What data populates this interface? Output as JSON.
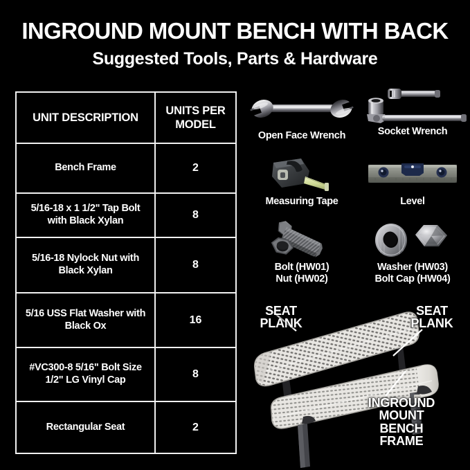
{
  "header": {
    "title": "INGROUND MOUNT BENCH WITH BACK",
    "subtitle": "Suggested Tools, Parts & Hardware"
  },
  "table": {
    "columns": [
      "UNIT DESCRIPTION",
      "UNITS PER MODEL"
    ],
    "rows": [
      {
        "description": "Bench Frame",
        "units": "2"
      },
      {
        "description": "5/16-18 x 1 1/2\" Tap Bolt with Black Xylan",
        "units": "8"
      },
      {
        "description": "5/16-18 Nylock Nut with Black Xylan",
        "units": "8"
      },
      {
        "description": "5/16 USS Flat Washer with Black Ox",
        "units": "16"
      },
      {
        "description": "#VC300-8 5/16\" Bolt Size 1/2\" LG Vinyl Cap",
        "units": "8"
      },
      {
        "description": "Rectangular Seat",
        "units": "2"
      }
    ]
  },
  "tools": [
    {
      "icon": "open-face-wrench-icon",
      "label": "Open Face Wrench"
    },
    {
      "icon": "socket-wrench-icon",
      "label": "Socket Wrench"
    },
    {
      "icon": "measuring-tape-icon",
      "label": "Measuring Tape"
    },
    {
      "icon": "level-icon",
      "label": "Level"
    },
    {
      "icon": "bolt-nut-icon",
      "label": "Bolt (HW01)\nNut (HW02)"
    },
    {
      "icon": "washer-bolt-cap-icon",
      "label": "Washer (HW03)\nBolt Cap (HW04)"
    }
  ],
  "tool_labels": {
    "bolt_line1": "Bolt (HW01)",
    "bolt_line2": "Nut (HW02)",
    "washer_line1": "Washer (HW03)",
    "washer_line2": "Bolt Cap (HW04)"
  },
  "diagram": {
    "callout_seat_left": "SEAT\nPLANK",
    "callout_seat_right": "SEAT\nPLANK",
    "callout_frame": "INGROUND\nMOUNT\nBENCH\nFRAME",
    "callout_seat_left_l1": "SEAT",
    "callout_seat_left_l2": "PLANK",
    "callout_seat_right_l1": "SEAT",
    "callout_seat_right_l2": "PLANK",
    "callout_frame_l1": "INGROUND",
    "callout_frame_l2": "MOUNT",
    "callout_frame_l3": "BENCH",
    "callout_frame_l4": "FRAME"
  },
  "colors": {
    "background": "#000000",
    "text": "#ffffff",
    "border": "#f2f2f2",
    "metal_light": "#d8d8d8",
    "metal_mid": "#8e8e90",
    "metal_dark": "#3a3a3c",
    "level_body": "#8a8d86",
    "level_vial": "#1d2a4a",
    "tape_body": "#3c3f42",
    "tape_blade": "#d9e3a8",
    "bench_plank": "#e6e4df",
    "bench_leg": "#4a4a4c"
  }
}
